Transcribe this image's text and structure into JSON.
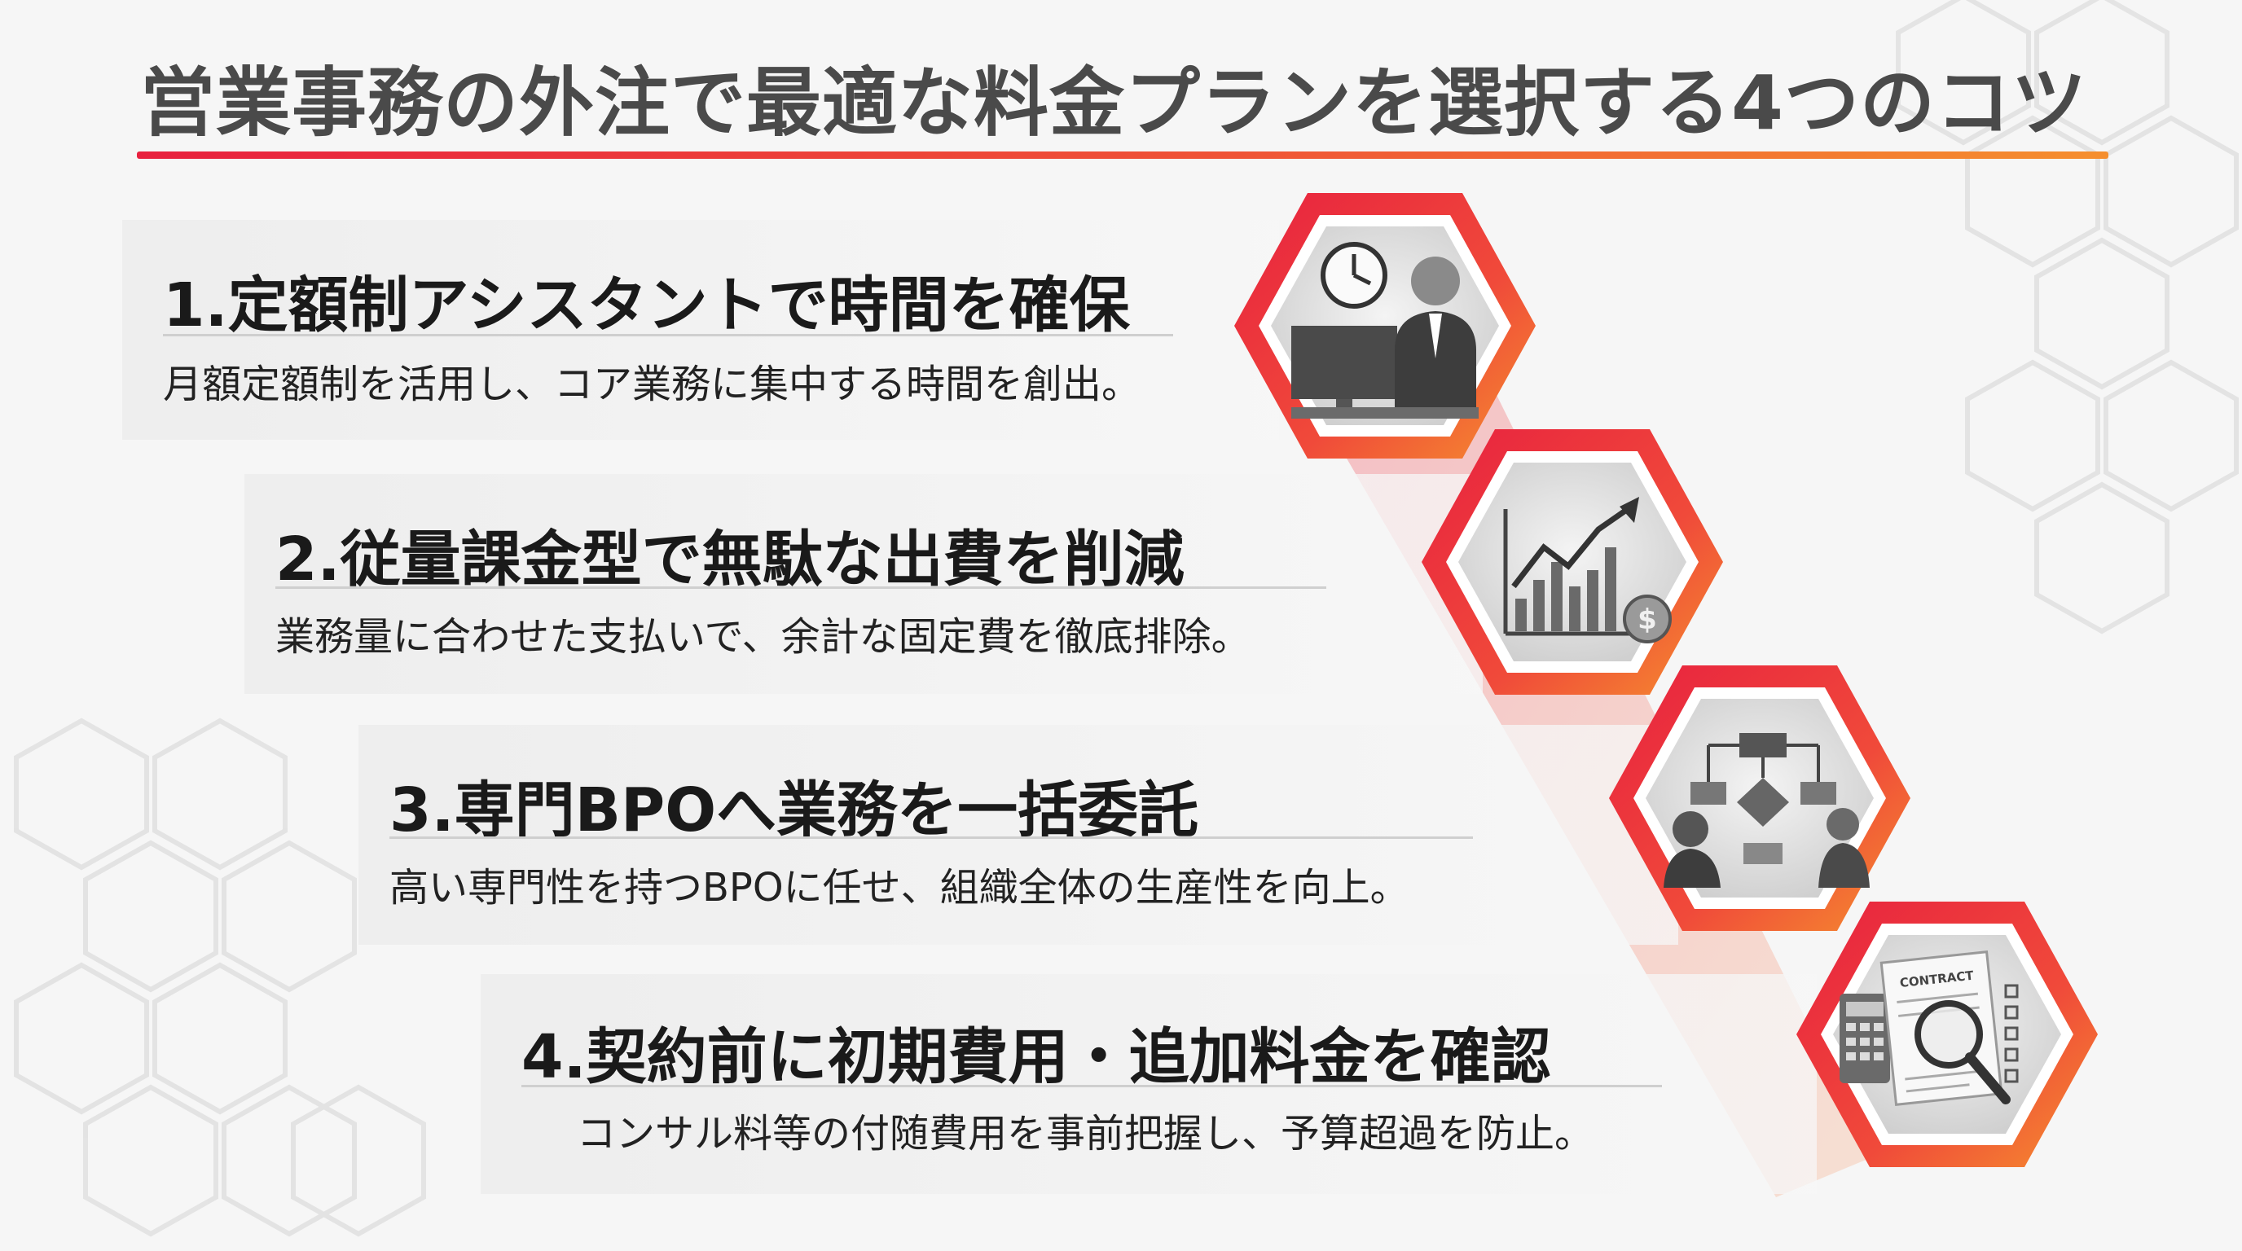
{
  "title": "営業事務の外注で最適な料金プランを選択する4つのコツ",
  "items": [
    {
      "title": "1.定額制アシスタントで時間を確保",
      "desc": "月額定額制を活用し、コア業務に集中する時間を創出。",
      "icon": "clock-businessperson-icon"
    },
    {
      "title": "2.従量課金型で無駄な出費を削減",
      "desc": "業務量に合わせた支払いで、余計な固定費を徹底排除。",
      "icon": "growth-chart-coin-icon"
    },
    {
      "title": "3.専門BPOへ業務を一括委託",
      "desc": "高い専門性を持つBPOに任せ、組織全体の生産性を向上。",
      "icon": "flowchart-team-icon"
    },
    {
      "title": "4.契約前に初期費用・追加料金を確認",
      "desc": "コンサル料等の付随費用を事前把握し、予算超過を防止。",
      "icon": "contract-magnifier-icon"
    }
  ],
  "contract_label": "CONTRACT",
  "colors": {
    "accent_red": "#e8213f",
    "accent_orange": "#f58f2e",
    "title_gray": "#4a4a4a"
  }
}
